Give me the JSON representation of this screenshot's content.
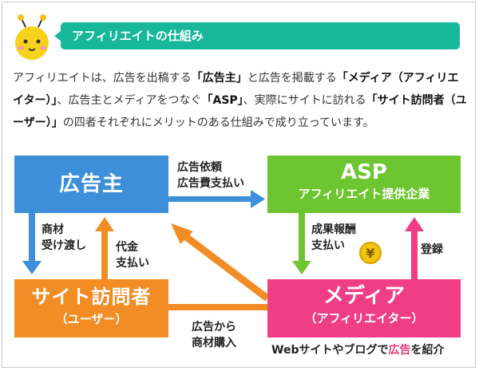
{
  "section": {
    "title": "アフィリエイトの仕組み"
  },
  "intro": {
    "p1": "アフィリエイトは、広告を出稿する",
    "q1": "「広告主」",
    "p2": "と広告を掲載する",
    "q2": "「メディア（アフィリエイター）」",
    "p3": "、広告主とメディアをつなぐ",
    "q3": "「ASP」",
    "p4": "、実際にサイトに訪れる",
    "q4": "「サイト訪問者（ユーザー）」",
    "p5": "の四者それぞれにメリットのある仕組みで成り立っています。"
  },
  "diagram": {
    "advertiser": "広告主",
    "asp_title": "ASP",
    "asp_sub": "アフィリエイト提供企業",
    "visitor_title": "サイト訪問者",
    "visitor_sub": "（ユーザー）",
    "media_title": "メディア",
    "media_sub": "（アフィリエイター）",
    "label_ad_request": "広告依頼",
    "label_ad_fee": "広告費支払い",
    "label_goods": "商材",
    "label_delivery": "受け渡し",
    "label_price": "代金",
    "label_payment": "支払い",
    "label_reward": "成果報酬",
    "label_reward_pay": "支払い",
    "label_register": "登録",
    "label_from_ad": "広告から",
    "label_purchase": "商材購入",
    "coin_symbol": "¥",
    "caption_pre": "Webサイトやブログで",
    "caption_hl": "広告",
    "caption_post": "を紹介"
  },
  "colors": {
    "banner": "#17b89a",
    "advertiser": "#3d8fd9",
    "asp": "#6dc52f",
    "visitor": "#f28c24",
    "media": "#ef3e85",
    "highlight": "#e8337a"
  }
}
